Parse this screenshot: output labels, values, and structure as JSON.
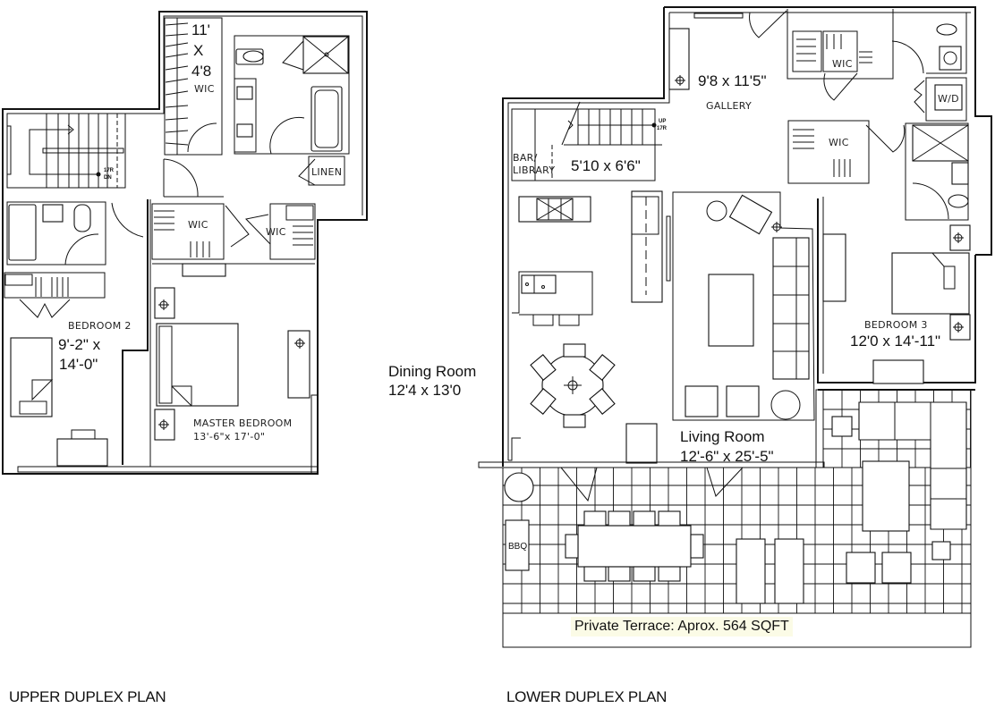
{
  "upper_plan": {
    "title": "UPPER DUPLEX PLAN",
    "rooms": {
      "wic_large": {
        "dim_line1": "11'",
        "dim_line2": "X",
        "dim_line3": "4'8",
        "label": "WIC"
      },
      "linen": {
        "label": "LINEN"
      },
      "wic_master_1": {
        "label": "WIC"
      },
      "wic_master_2": {
        "label": "WIC"
      },
      "stair": {
        "note_line1": "17R",
        "note_line2": "DN"
      },
      "bedroom2": {
        "label": "BEDROOM 2",
        "dim_line1": "9'-2\" x",
        "dim_line2": "14'-0\""
      },
      "master_bedroom": {
        "label": "MASTER BEDROOM",
        "dim": "13'-6\"x 17'-0\""
      }
    }
  },
  "lower_plan": {
    "title": "LOWER DUPLEX PLAN",
    "rooms": {
      "gallery": {
        "label": "GALLERY",
        "dim": "9'8 x 11'5\""
      },
      "stair": {
        "note_line1": "UP",
        "note_line2": "17R"
      },
      "bar_library": {
        "label_line1": "BAR/",
        "label_line2": "LIBRARY",
        "dim": "5'10 x 6'6\""
      },
      "wic_1": {
        "label": "WIC"
      },
      "wic_2": {
        "label": "WIC"
      },
      "laundry": {
        "label": "W/D"
      },
      "bedroom3": {
        "label": "BEDROOM 3",
        "dim": "12'0 x 14'-11\""
      },
      "dining_room": {
        "label": "Dining Room",
        "dim": "12'4 x 13'0"
      },
      "living_room": {
        "label": "Living Room",
        "dim": "12'-6\" x 25'-5\""
      },
      "terrace": {
        "bbq_label": "BBQ",
        "area_label": "Private Terrace: Aprox. 564 SQFT",
        "highlight_color": "#fbfbe6"
      }
    }
  }
}
